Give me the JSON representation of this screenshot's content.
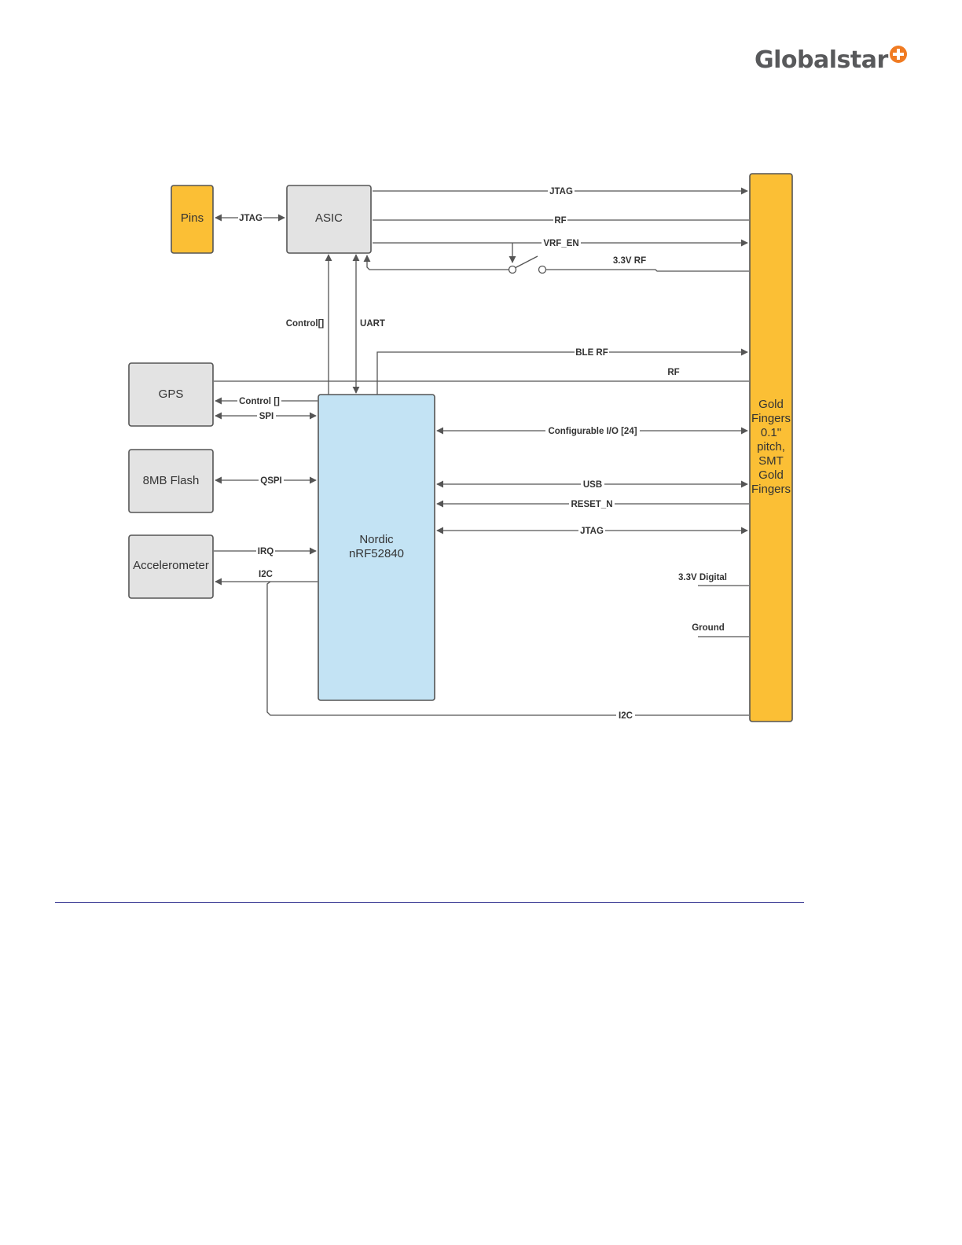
{
  "header": {
    "logo_text": "Globalstar",
    "logo_mark": "orange-plus-circle-icon",
    "brand_color": "#f07b22"
  },
  "diagram": {
    "blocks": {
      "pins": "Pins",
      "asic": "ASIC",
      "gps": "GPS",
      "flash": "8MB Flash",
      "accelerometer": "Accelerometer",
      "nordic_line1": "Nordic",
      "nordic_line2": "nRF52840",
      "gold_lines": [
        "Gold",
        "Fingers",
        "0.1\"",
        "pitch,",
        "SMT",
        "Gold",
        "Fingers"
      ]
    },
    "signals": {
      "pins_asic_jtag": "JTAG",
      "asic_jtag": "JTAG",
      "asic_rf": "RF",
      "asic_vrf_en": "VRF_EN",
      "rf_3v3": "3.3V RF",
      "control_bus": "Control[]",
      "uart": "UART",
      "ble_rf": "BLE RF",
      "gps_rf": "RF",
      "gps_control": "Control []",
      "gps_spi": "SPI",
      "configurable_io": "Configurable I/O [24]",
      "flash_qspi": "QSPI",
      "usb": "USB",
      "reset_n": "RESET_N",
      "nordic_jtag": "JTAG",
      "accel_irq": "IRQ",
      "accel_i2c": "I2C",
      "digital_3v3": "3.3V Digital",
      "ground": "Ground",
      "bottom_i2c": "I2C"
    },
    "colors": {
      "gold": "#fbbf35",
      "gray_block": "#e3e3e3",
      "nordic_block": "#c3e3f4",
      "line": "#555555"
    }
  }
}
